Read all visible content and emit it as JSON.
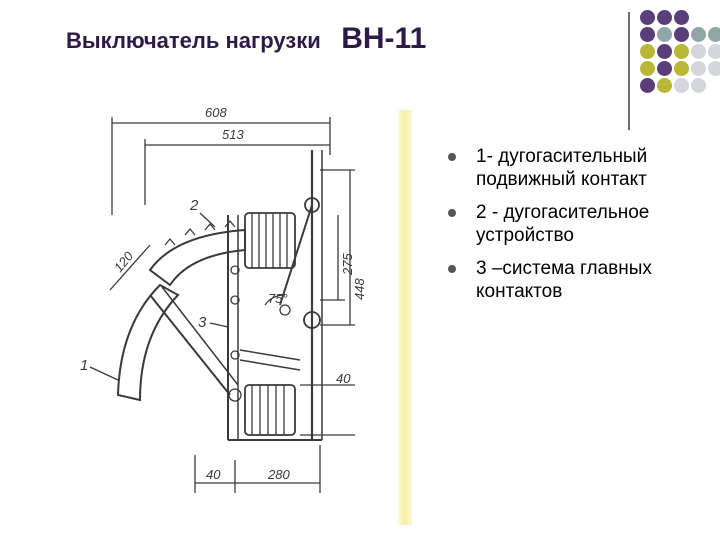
{
  "title": {
    "main": "Выключатель нагрузки",
    "model": "ВН-11"
  },
  "bullets": [
    "1- дугогасительный подвижный контакт",
    "2 - дугогасительное устройство",
    "3 –система главных контактов"
  ],
  "drawing": {
    "dims": {
      "d608": "608",
      "d513": "513",
      "d120": "120",
      "d275": "275",
      "d448": "448",
      "d40_right": "40",
      "d40_bottom": "40",
      "d280": "280",
      "angle": "75°"
    },
    "callouts": {
      "c1": "1",
      "c2": "2",
      "c3": "3"
    }
  },
  "colors": {
    "title": "#2e1a47",
    "purple": "#5a3e7a",
    "gray": "#8fa6a8",
    "olive": "#b9b735",
    "light": "#d3d6dd",
    "drawing_ink": "#3a3a3a"
  },
  "decor_dots": [
    [
      "purple",
      "purple",
      "purple",
      null,
      null
    ],
    [
      "purple",
      "gray",
      "purple",
      "gray",
      "gray"
    ],
    [
      "olive",
      "purple",
      "olive",
      "light",
      "light"
    ],
    [
      "olive",
      "purple",
      "olive",
      "light",
      "light"
    ],
    [
      "purple",
      "olive",
      "light",
      "light",
      null
    ]
  ]
}
